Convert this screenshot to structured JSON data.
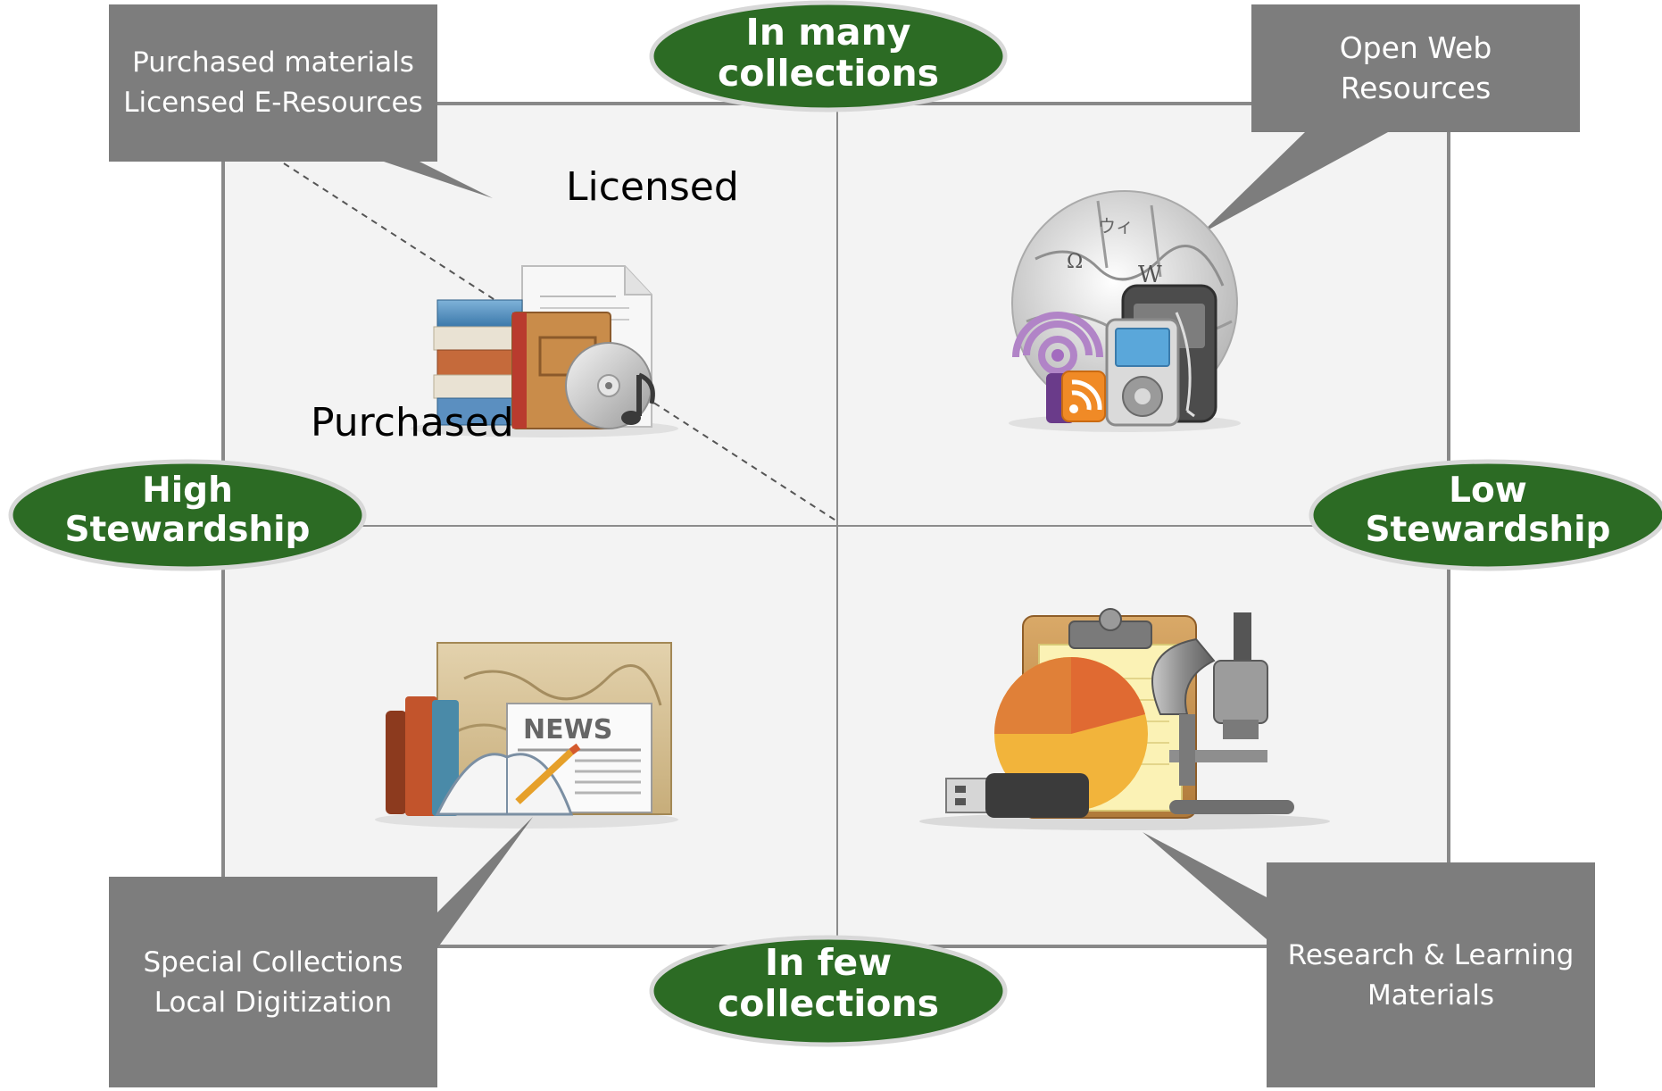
{
  "axis_labels": {
    "top": [
      "In many",
      "collections"
    ],
    "bottom": [
      "In few",
      "collections"
    ],
    "left": [
      "High",
      "Stewardship"
    ],
    "right": [
      "Low",
      "Stewardship"
    ]
  },
  "callouts": {
    "top_left": [
      "Purchased materials",
      "Licensed E-Resources"
    ],
    "top_right": [
      "Open Web",
      "Resources"
    ],
    "bottom_left": [
      "Special Collections",
      "Local Digitization"
    ],
    "bottom_right": [
      "Research & Learning",
      "Materials"
    ]
  },
  "quadrant_labels": {
    "licensed": "Licensed",
    "purchased": "Purchased"
  },
  "newspaper_text": "NEWS",
  "colors": {
    "ellipse_green": "#2c6b24",
    "callout_gray": "#7d7d7d",
    "panel": "#f3f3f3",
    "border": "#888888"
  },
  "icons": {
    "top_left": "books-document-cd-icon",
    "top_right": "wikipedia-globe-media-icon",
    "bottom_left": "news-map-books-icon",
    "bottom_right": "clipboard-chart-microscope-icon"
  }
}
